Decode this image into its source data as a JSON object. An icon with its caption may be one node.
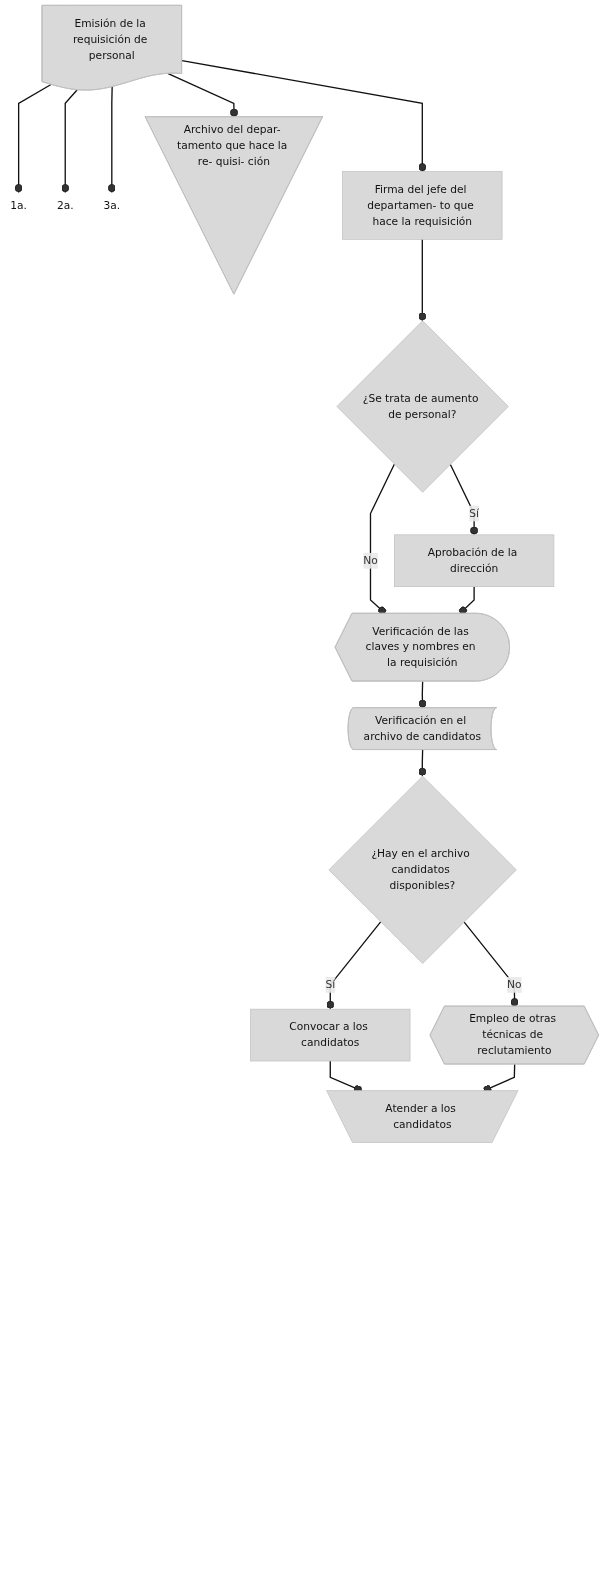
{
  "diagram": {
    "nodes": [
      {
        "text": [
          "Emisión de la requisición de personal"
        ]
      },
      {
        "text": [
          "1a."
        ]
      },
      {
        "text": [
          "2a."
        ]
      },
      {
        "text": [
          "3a."
        ]
      },
      {
        "text": [
          "Archivo del depar- tamento que hace la re- quisi- ción"
        ]
      },
      {
        "text": [
          "Firma del jefe del departamen- to que hace la requisición"
        ]
      },
      {
        "text": [
          "¿Se trata de aumento de personal?"
        ]
      },
      {
        "text": [
          "Aprobación de la dirección"
        ]
      },
      {
        "text": [
          "Verificación de las claves y nombres en la requisición"
        ]
      },
      {
        "text": [
          "Verificación en el archivo de candidatos"
        ]
      },
      {
        "text": [
          "¿Hay en el archivo candidatos disponibles?"
        ]
      },
      {
        "text": [
          "Convocar a los candidatos"
        ]
      },
      {
        "text": [
          "Empleo de otras técnicas de reclutamiento"
        ]
      },
      {
        "text": [
          "Atender a los candidatos"
        ]
      }
    ],
    "edges": [
      {
        "from": 0,
        "to": 1,
        "arrow": "other"
      },
      {
        "from": 0,
        "to": 2,
        "arrow": "other"
      },
      {
        "from": 0,
        "to": 3,
        "arrow": "other"
      },
      {
        "from": 0,
        "to": 4,
        "arrow": "other"
      },
      {
        "from": 0,
        "to": 5,
        "arrow": "other"
      },
      {
        "from": 5,
        "to": 6,
        "arrow": "other"
      },
      {
        "from": 6,
        "to": 7,
        "label": "Sí",
        "arrow": "other"
      },
      {
        "from": 6,
        "to": 8,
        "label": "No",
        "arrow": "other"
      },
      {
        "from": 7,
        "to": 8,
        "arrow": "other"
      },
      {
        "from": 8,
        "to": 9,
        "arrow": "other"
      },
      {
        "from": 9,
        "to": 10,
        "arrow": "other"
      },
      {
        "from": 10,
        "to": 11,
        "label": "Sí",
        "arrow": "other"
      },
      {
        "from": 10,
        "to": 12,
        "label": "No",
        "arrow": "other"
      },
      {
        "from": 11,
        "to": 13,
        "arrow": "other"
      },
      {
        "from": 12,
        "to": 13,
        "arrow": "other"
      }
    ]
  }
}
